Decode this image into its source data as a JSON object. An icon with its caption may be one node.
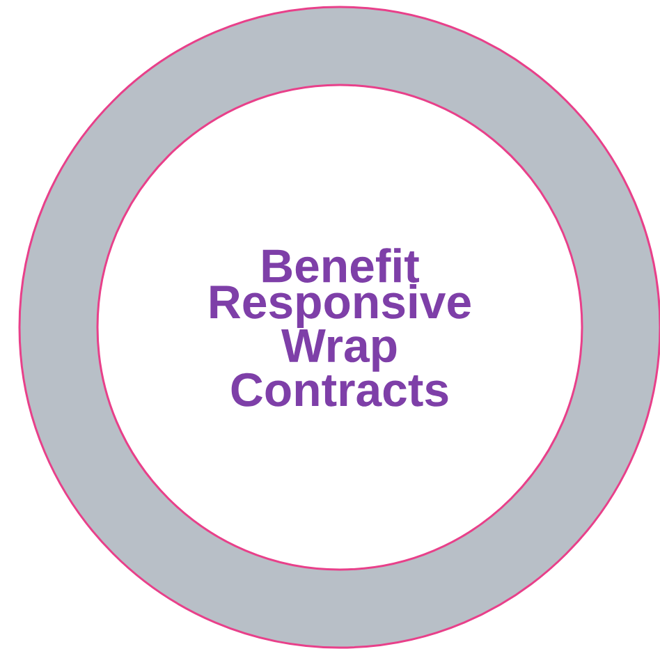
{
  "diagram": {
    "nodes": [
      {
        "text": [],
        "shape": "circle"
      },
      {
        "text": [
          "Benefit Responsive Wrap Contracts"
        ],
        "in": 0
      }
    ]
  }
}
